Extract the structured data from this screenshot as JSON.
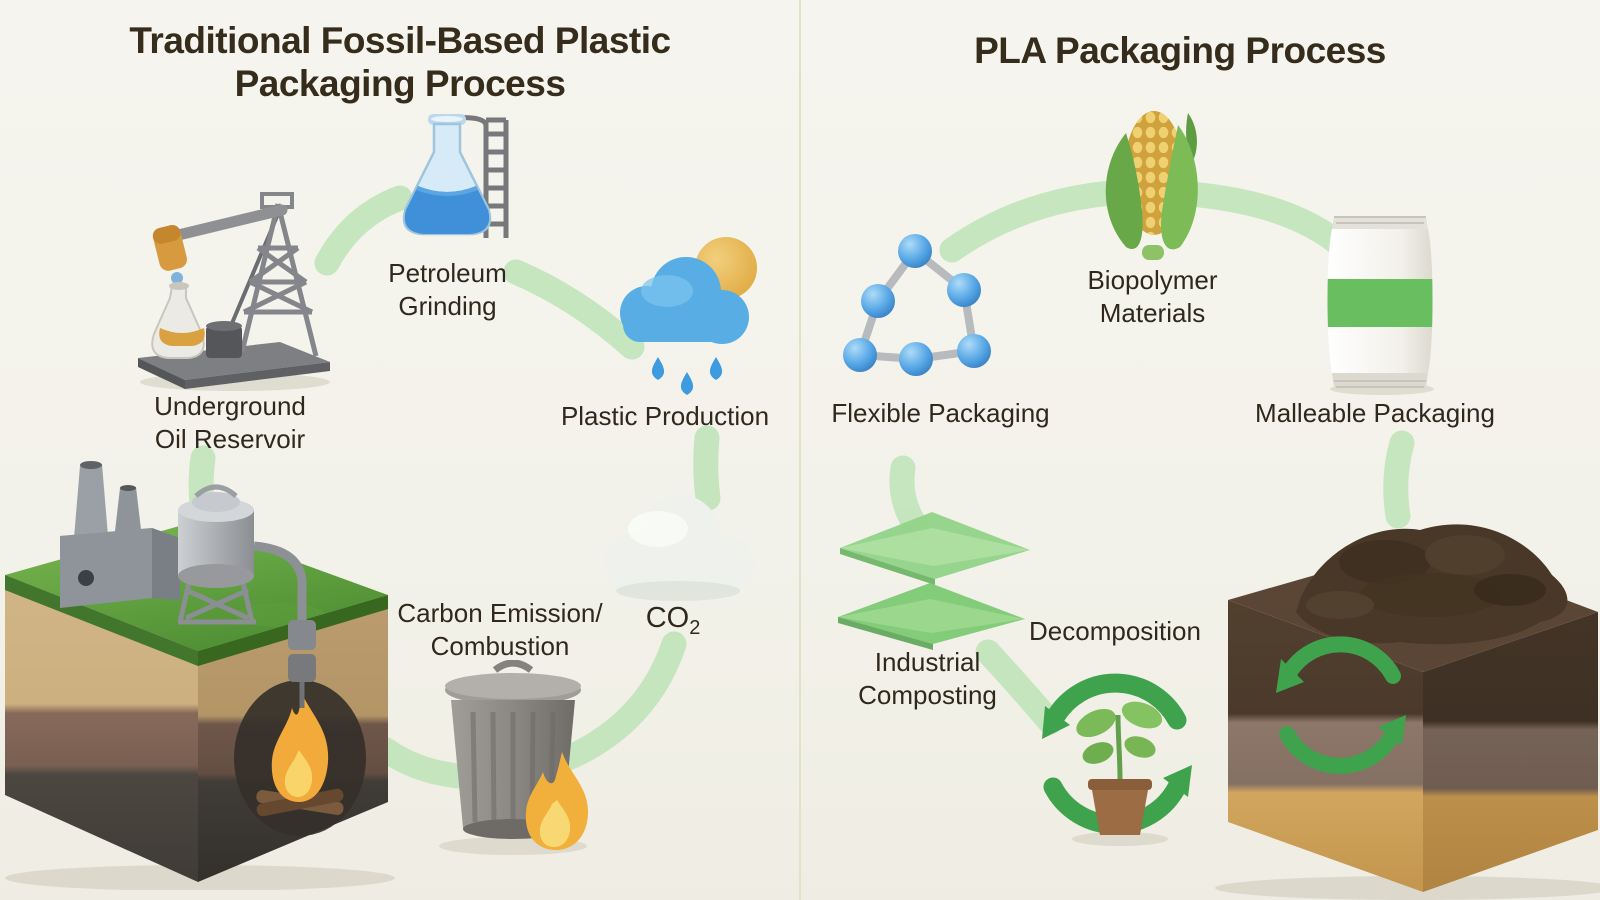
{
  "meta": {
    "background_color": "#f4f3ec",
    "divider_color": "#e4e1cb",
    "flow_arc_color": "#b9e2b3",
    "text_color": "#30281c",
    "recycle_green": "#3fa24c",
    "molecule_blue": "#3c8fd6",
    "packet_band_green": "#69bf60"
  },
  "left_panel": {
    "title": "Traditional Fossil-Based Plastic\nPackaging Process",
    "stages": [
      {
        "id": "underground-oil-reservoir",
        "label": "Underground\nOil Reservoir",
        "icon": "oil-pump-jack-icon"
      },
      {
        "id": "petroleum-grinding",
        "label": "Petroleum\nGrinding",
        "icon": "petroleum-flask-icon"
      },
      {
        "id": "plastic-production",
        "label": "Plastic Production",
        "icon": "rain-cloud-sun-icon"
      },
      {
        "id": "co2-emission",
        "label_main": "CO",
        "label_sub": "2",
        "icon": "co2-cloud-icon"
      },
      {
        "id": "carbon-emission-combustion",
        "label": "Carbon Emission/\nCombustion",
        "icon": "trash-can-fire-icon"
      }
    ],
    "scene": "fossil soil cube with factory, boiler, drill pipe and underground fire"
  },
  "right_panel": {
    "title": "PLA Packaging Process",
    "stages": [
      {
        "id": "biopolymer-materials",
        "label": "Biopolymer\nMaterials",
        "icon": "corn-icon"
      },
      {
        "id": "flexible-packaging",
        "label": "Flexible Packaging",
        "icon": "molecule-icon"
      },
      {
        "id": "malleable-packaging",
        "label": "Malleable Packaging",
        "icon": "packet-icon"
      },
      {
        "id": "industrial-composting",
        "label": "Industrial\nComposting",
        "icon": "compost-sheets-icon"
      },
      {
        "id": "decomposition",
        "label": "Decomposition",
        "icon": "recycle-plant-icon"
      }
    ],
    "scene": "compost soil cube with recycling arrows"
  }
}
